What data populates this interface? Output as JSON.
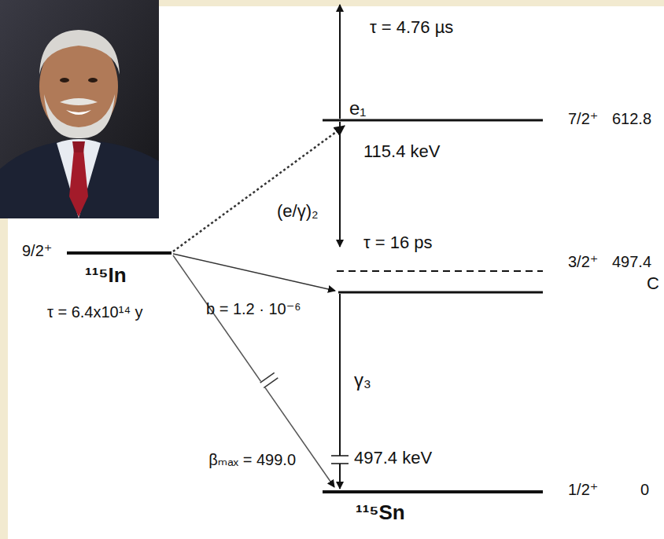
{
  "diagram": {
    "labels": [
      "τ = 4.76 µs",
      "e₁",
      "7/2⁺",
      "612.8",
      "115.4 keV",
      "(e/γ)₂",
      "τ = 16 ps",
      "9/2⁺",
      "3/2⁺",
      "497.4",
      "C",
      "¹¹⁵In",
      "b = 1.2 · 10⁻⁶",
      "τ = 6.4x10¹⁴ y",
      "γ₃",
      "βₘₐₓ = 499.0",
      "497.4 keV",
      "1/2⁺",
      "0",
      "¹¹⁵Sn"
    ]
  }
}
